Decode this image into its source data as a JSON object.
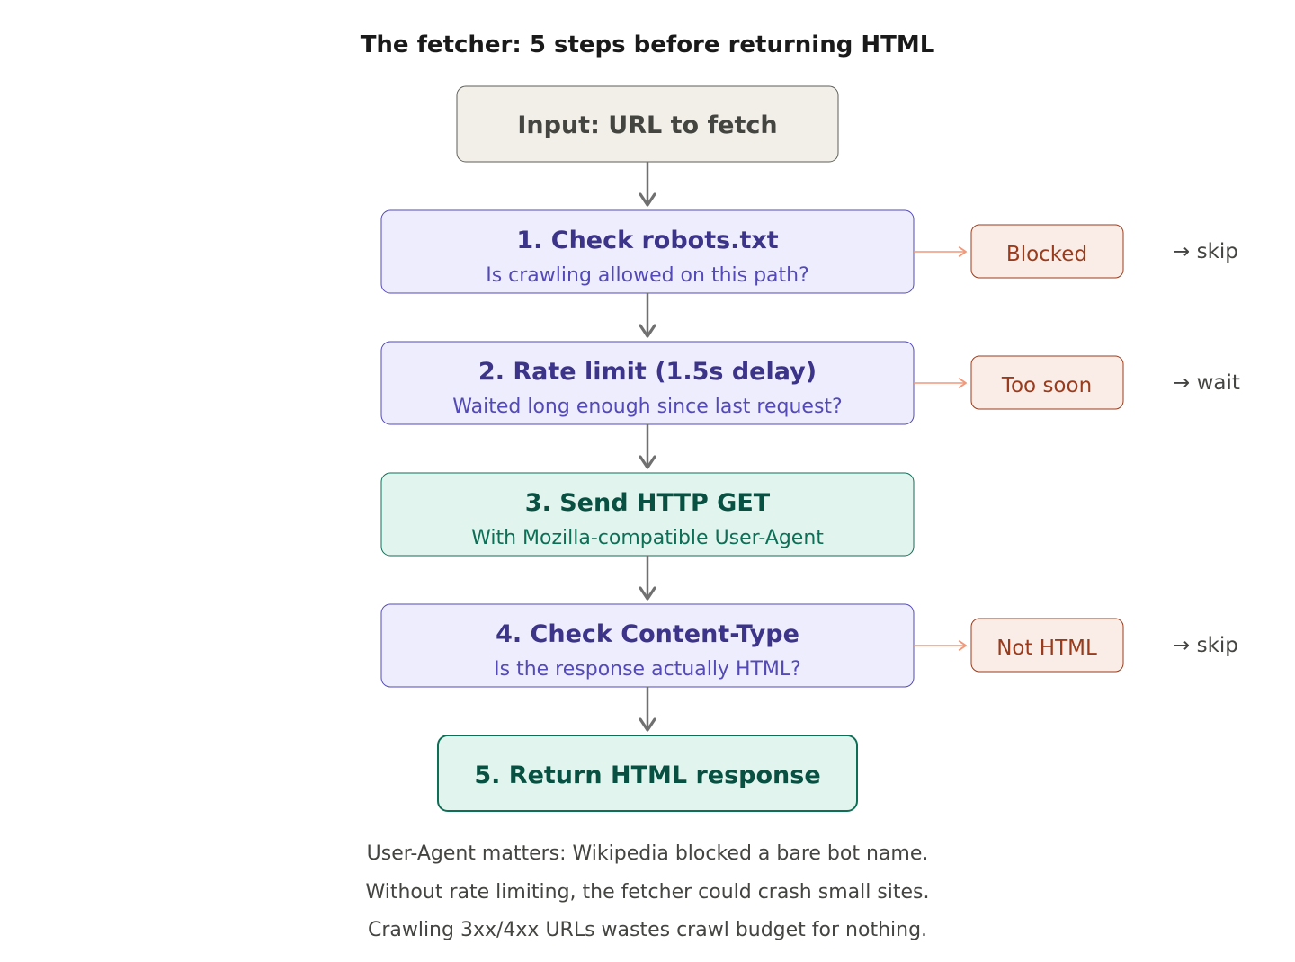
{
  "title": "The fetcher: 5 steps before returning HTML",
  "input": {
    "label": "Input: URL to fetch"
  },
  "steps": [
    {
      "title": "1. Check robots.txt",
      "subtitle": "Is crawling allowed on this path?",
      "theme": "purple",
      "branch": {
        "label": "Blocked",
        "action": "→ skip"
      }
    },
    {
      "title": "2. Rate limit (1.5s delay)",
      "subtitle": "Waited long enough since last request?",
      "theme": "purple",
      "branch": {
        "label": "Too soon",
        "action": "→ wait"
      }
    },
    {
      "title": "3. Send HTTP GET",
      "subtitle": "With Mozilla-compatible User-Agent",
      "theme": "green"
    },
    {
      "title": "4. Check Content-Type",
      "subtitle": "Is the response actually HTML?",
      "theme": "purple",
      "branch": {
        "label": "Not HTML",
        "action": "→ skip"
      }
    }
  ],
  "output": {
    "label": "5. Return HTML response"
  },
  "notes": [
    "User-Agent matters: Wikipedia blocked a bare bot name.",
    "Without rate limiting, the fetcher could crash small sites.",
    "Crawling 3xx/4xx URLs wastes crawl budget for nothing."
  ],
  "colors": {
    "input_fill": "#f1efe8",
    "input_stroke": "#5f5e5a",
    "input_text": "#444441",
    "purple_fill": "#eeedfe",
    "purple_stroke": "#534ab7",
    "purple_title": "#3c3489",
    "purple_sub": "#534ab7",
    "green_fill": "#e1f5ee",
    "green_stroke": "#0f6e56",
    "green_title": "#085041",
    "green_sub": "#0f6e56",
    "branch_fill": "#faece7",
    "branch_stroke": "#993c1d",
    "branch_text": "#993c1d",
    "branch_line": "#f0997b",
    "connector": "#707070",
    "title_text": "#1a1a1a",
    "note_text": "#444441",
    "action_text": "#444441"
  }
}
